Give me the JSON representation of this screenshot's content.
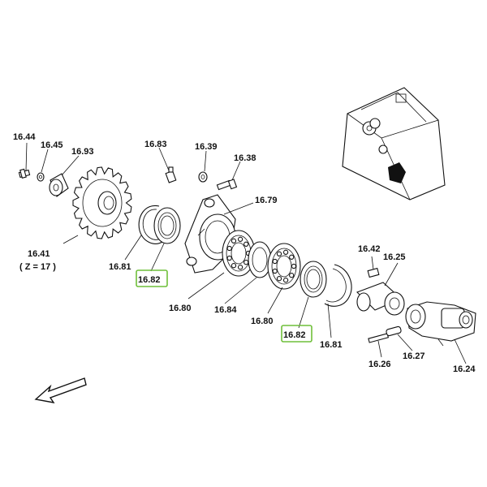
{
  "labels": {
    "p1644": "16.44",
    "p1645": "16.45",
    "p1693": "16.93",
    "p1641": "16.41",
    "z17": "( Z = 17 )",
    "p1683": "16.83",
    "p1639": "16.39",
    "p1638": "16.38",
    "p1679": "16.79",
    "p1681a": "16.81",
    "p1682a": "16.82",
    "p1680a": "16.80",
    "p1684": "16.84",
    "p1680b": "16.80",
    "p1682b": "16.82",
    "p1681b": "16.81",
    "p1642": "16.42",
    "p1625": "16.25",
    "p1626": "16.26",
    "p1627": "16.27",
    "p1624": "16.24"
  },
  "highlight_color": "#6fbf3a",
  "icons": {
    "direction": "arrow-southwest-icon"
  }
}
